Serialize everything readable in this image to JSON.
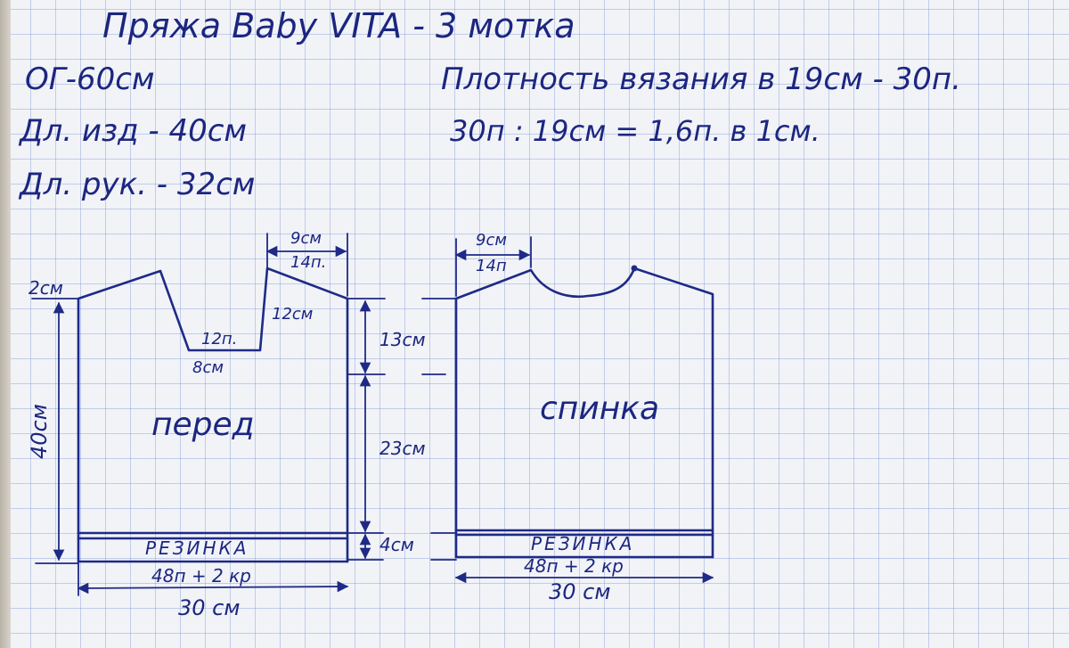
{
  "header": {
    "title": "Пряжа Baby VITA - 3 мотка",
    "og": "ОГ-60см",
    "length": "Дл. изд - 40см",
    "sleeve": "Дл. рук. - 32см",
    "density": "Плотность вязания в 19см - 30п.",
    "calc": "30п : 19см = 1,6п. в 1см."
  },
  "front": {
    "label": "перед",
    "shoulder_rise": "2см",
    "height": "40см",
    "shoulder_cm": "9см",
    "shoulder_st": "14п.",
    "neck_depth": "12см",
    "neck_st": "12п.",
    "neck_cm": "8см",
    "dim_13": "13см",
    "dim_23": "23см",
    "dim_4": "4см",
    "rib": "РЕЗИНКА",
    "rib_st": "48п + 2 кр",
    "width": "30 см"
  },
  "back": {
    "label": "спинка",
    "shoulder_cm": "9см",
    "shoulder_st": "14п",
    "rib": "РЕЗИНКА",
    "rib_st": "48п + 2 кр",
    "width": "30 см"
  }
}
